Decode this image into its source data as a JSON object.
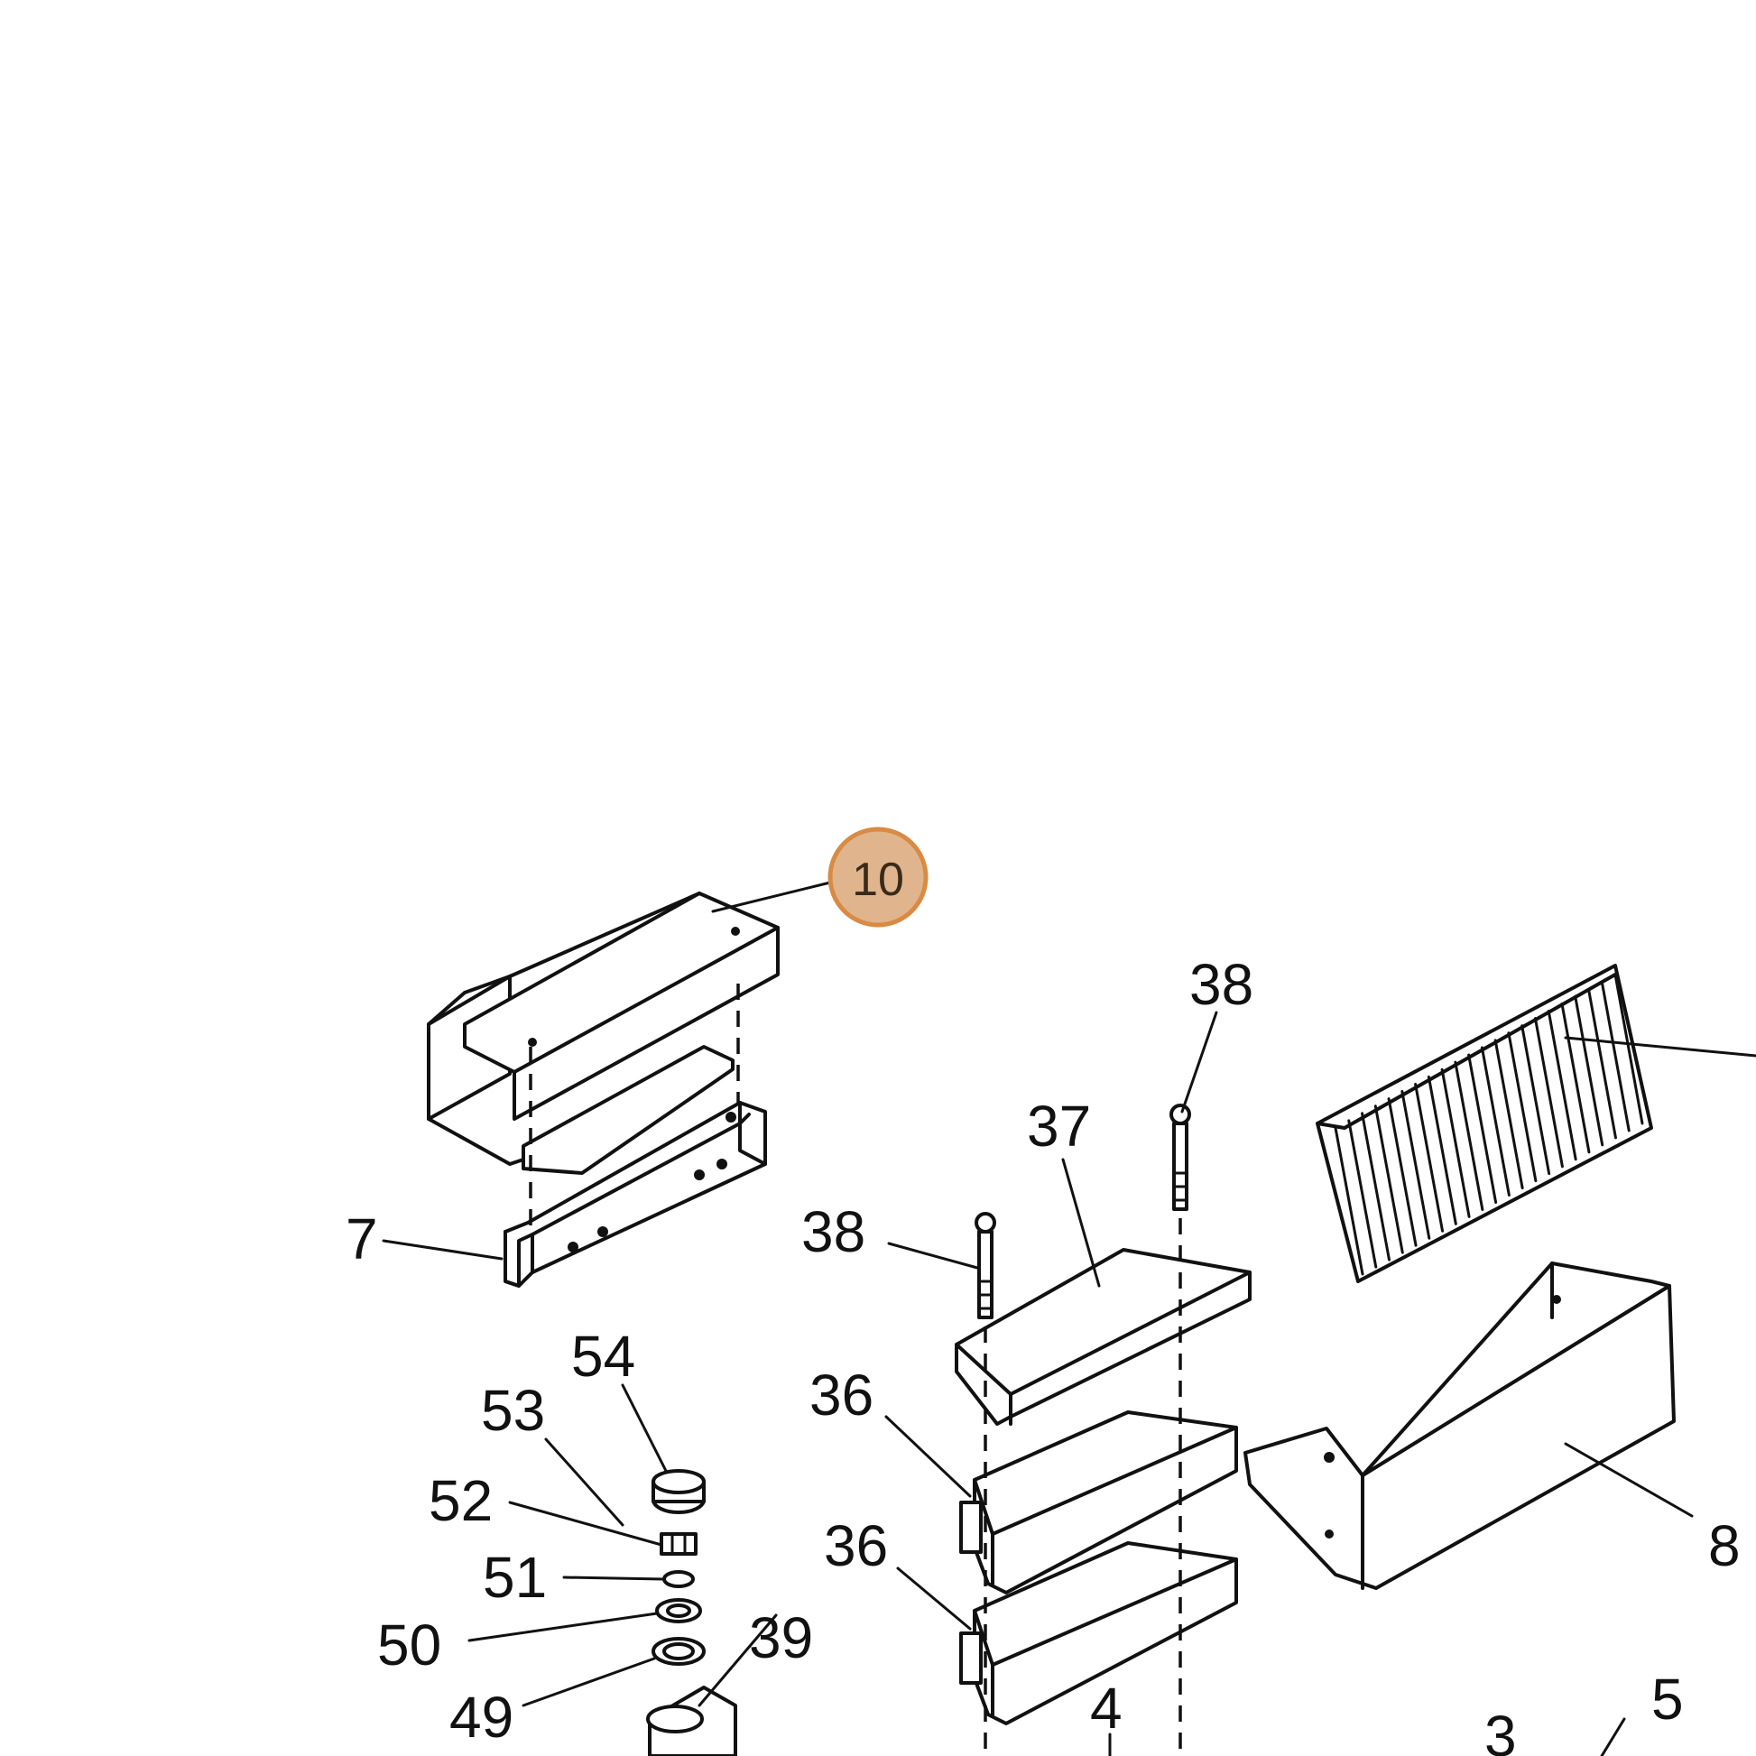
{
  "highlight_color": "#d98a43",
  "callouts": {
    "c10": "10",
    "c7": "7",
    "c38a": "38",
    "c38b": "38",
    "c37": "37",
    "c36a": "36",
    "c36b": "36",
    "c8": "8",
    "c54": "54",
    "c53": "53",
    "c52": "52",
    "c51": "51",
    "c50": "50",
    "c49": "49",
    "c39": "39",
    "c4": "4",
    "c3": "3",
    "c5": "5"
  }
}
